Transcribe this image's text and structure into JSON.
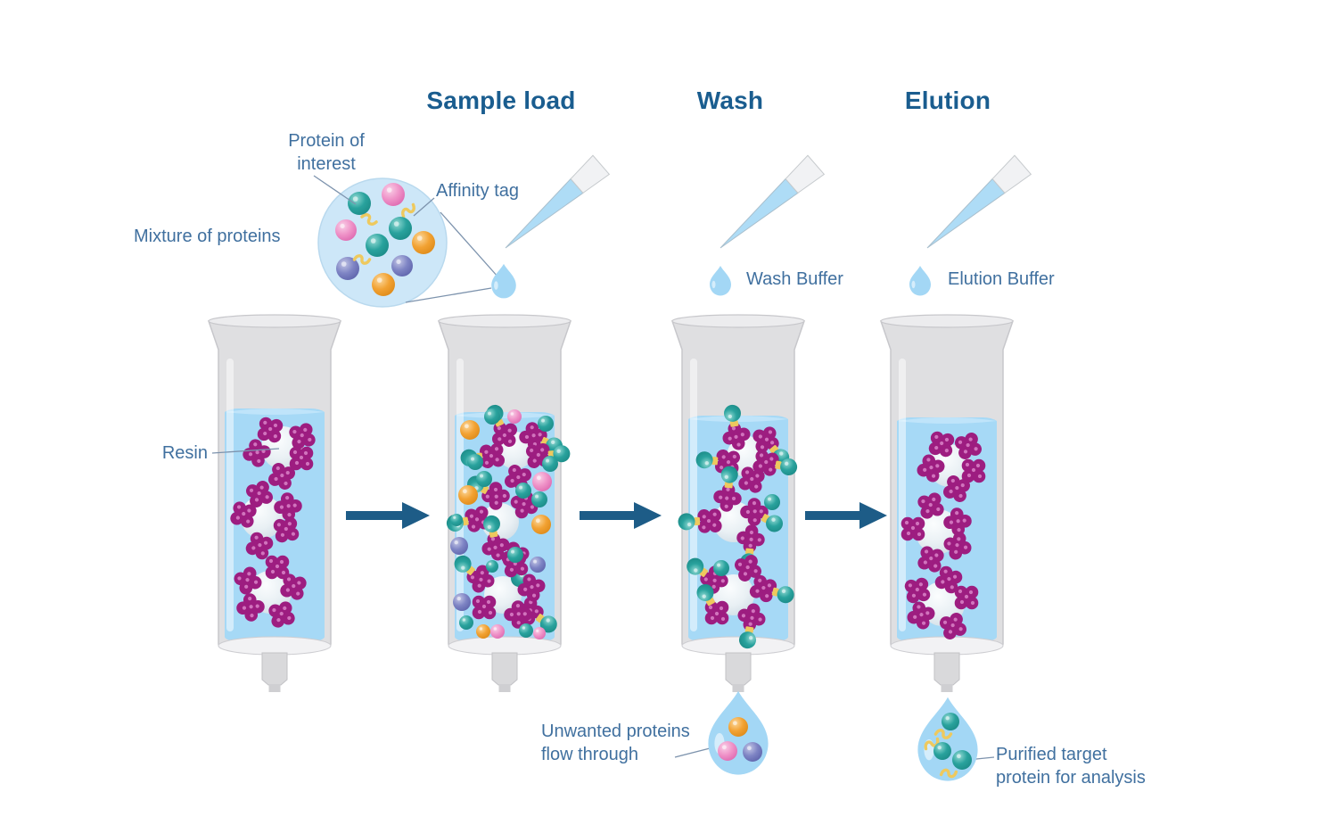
{
  "headers": {
    "sample_load": "Sample load",
    "wash": "Wash",
    "elution": "Elution"
  },
  "annotations": {
    "protein_of_interest": {
      "line1": "Protein of",
      "line2": "interest"
    },
    "mixture_of_proteins": "Mixture of proteins",
    "affinity_tag": "Affinity tag",
    "resin": "Resin",
    "unwanted_proteins": {
      "line1": "Unwanted proteins",
      "line2": "flow through"
    },
    "purified_target": {
      "line1": "Purified target",
      "line2": "protein for analysis"
    }
  },
  "buffers": {
    "wash": "Wash Buffer",
    "elution": "Elution Buffer"
  },
  "icons": {
    "pipette_tip": "tapered pipette tip filled with blue buffer",
    "droplet": "blue teardrop drop",
    "resin_cluster": "magenta four-lobed resin bead cluster",
    "agarose_bead": "pale translucent sphere",
    "affinity_tag": "yellow squiggle tag",
    "flow_arrow": "right-pointing process arrow"
  },
  "colors": {
    "heading_text": "#1a5d8f",
    "label_text": "#40709f",
    "arrow": "#1d5c87",
    "liquid": "#a6d9f6",
    "liquid_surface": "#bfe4fa",
    "mixture_circle": "#cde7f8",
    "droplet": "#a3d7f5",
    "column_body": "#dfdfe1",
    "column_rim": "#ececee",
    "column_edge": "#c7c7cb",
    "spout": "#d9d9db",
    "resin_cluster": "#9d1d80",
    "resin_dot": "#d478c0",
    "agarose_bead": "#e7eef3",
    "protein_teal": "#29a29d",
    "protein_pink": "#ef93c8",
    "protein_orange": "#f2a233",
    "protein_blue": "#7e84c4",
    "tag_yellow": "#eec95e",
    "background": "#ffffff"
  }
}
